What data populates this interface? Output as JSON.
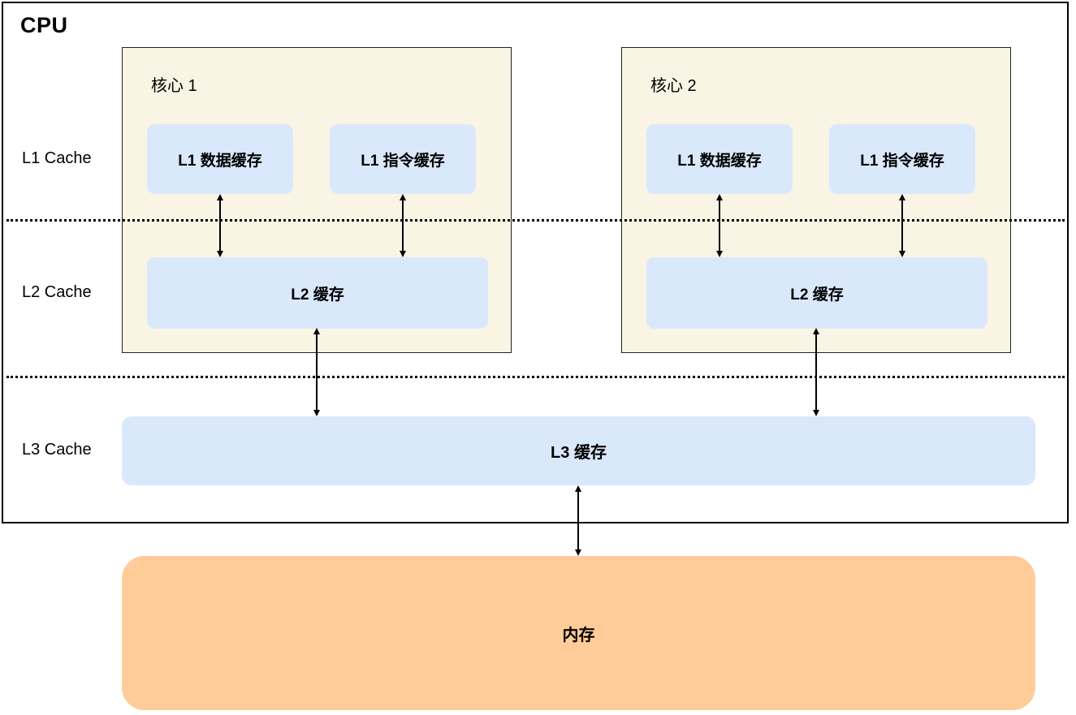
{
  "diagram": {
    "title": "CPU",
    "row_labels": [
      {
        "id": "l1",
        "label": "L1 Cache"
      },
      {
        "id": "l2",
        "label": "L2 Cache"
      },
      {
        "id": "l3",
        "label": "L3 Cache"
      }
    ],
    "cores": [
      {
        "label": "核心 1",
        "l1_data_label": "L1 数据缓存",
        "l1_instr_label": "L1 指令缓存",
        "l2_label": "L2 缓存"
      },
      {
        "label": "核心 2",
        "l1_data_label": "L1 数据缓存",
        "l1_instr_label": "L1 指令缓存",
        "l2_label": "L2 缓存"
      }
    ],
    "l3_label": "L3 缓存",
    "memory_label": "内存",
    "colors": {
      "core-bg": "#FAF4E4",
      "cache-bg": "#DAE8FC",
      "memory-bg": "#FFCC99",
      "line-color": "#000000"
    }
  }
}
